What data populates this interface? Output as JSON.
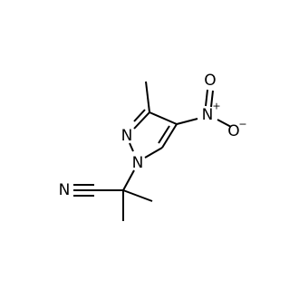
{
  "atoms": {
    "n1": {
      "symbol": "N"
    },
    "n2": {
      "symbol": "N"
    },
    "n_nitro": {
      "symbol": "N",
      "charge": "+"
    },
    "o_double": {
      "symbol": "O"
    },
    "o_single": {
      "symbol": "O",
      "charge": "−"
    },
    "n_nitrile": {
      "symbol": "N"
    }
  },
  "colors": {
    "bond": "#000000",
    "label": "#000000",
    "background": "#ffffff"
  }
}
